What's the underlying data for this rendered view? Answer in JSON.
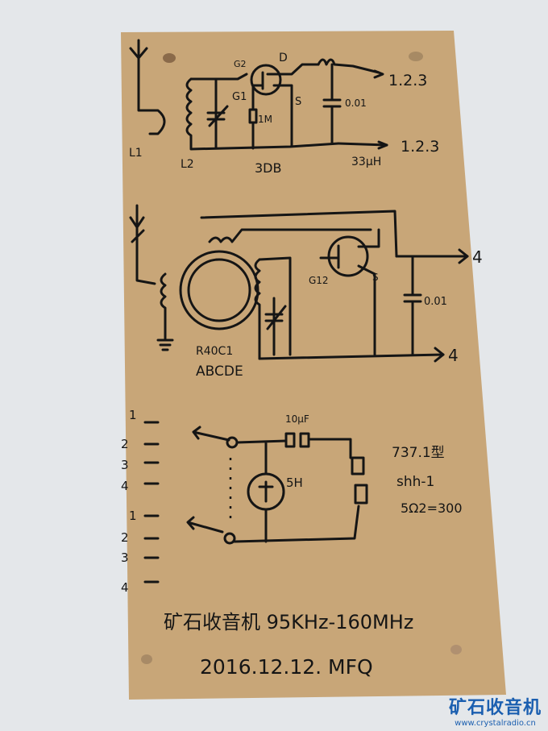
{
  "circuit1": {
    "label_l1": "L1",
    "label_l2": "L2",
    "label_g2": "G2",
    "label_g1": "G1",
    "label_d": "D",
    "label_s": "S",
    "label_r": "1M",
    "label_c": "0.01",
    "label_out_top": "1.2.3",
    "label_out_bottom": "1.2.3",
    "label_inductor": "33μH",
    "label_transistor": "3DB"
  },
  "circuit2": {
    "label_g12": "G12",
    "label_s": "S",
    "label_c": "0.01",
    "label_out_top": "4",
    "label_out_bottom": "4",
    "label_core": "R40C1",
    "label_taps": "ABCDE"
  },
  "circuit3": {
    "label_cap": "10μF",
    "label_meter": "5H",
    "label_headphone_1": "737.1型",
    "label_headphone_2": "shh-1",
    "label_headphone_3": "5Ω2=300",
    "switch_top": [
      "1",
      "2",
      "3",
      "4"
    ],
    "switch_bottom": [
      "1",
      "2",
      "3",
      "4"
    ]
  },
  "footer": {
    "title": "矿石收音机 95KHz-160MHz",
    "date_author": "2016.12.12. MFQ"
  },
  "watermark": {
    "title": "矿石收音机",
    "url": "www.crystalradio.cn"
  },
  "colors": {
    "paper": "#c8a678",
    "ink": "#151515",
    "background": "#e4e7ea",
    "watermark": "#1b5fb0"
  }
}
